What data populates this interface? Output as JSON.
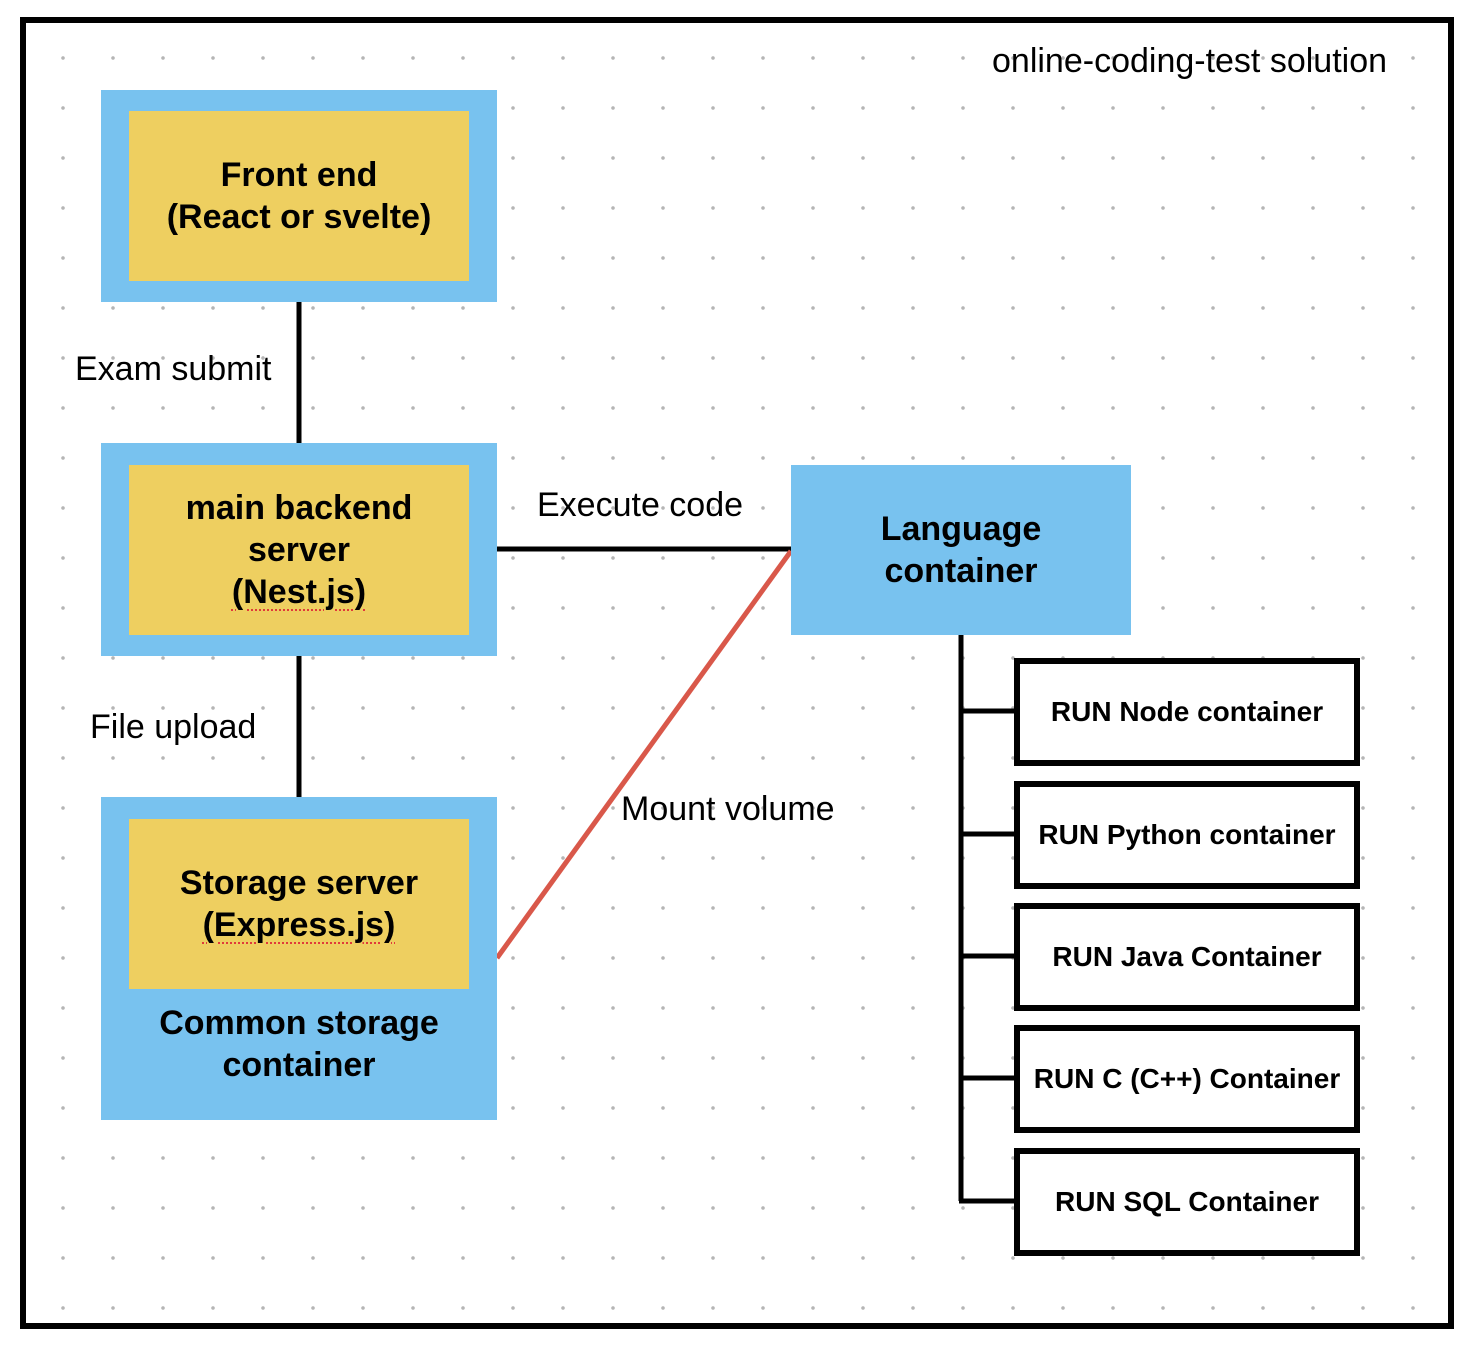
{
  "title": "online-coding-test solution",
  "frontend": {
    "line1": "Front end",
    "line2": "(React or svelte)"
  },
  "backend": {
    "line1": "main backend",
    "line2": "server",
    "line3": "(Nest.js)"
  },
  "storage": {
    "line1": "Storage server",
    "line2": "(Express.js)",
    "caption1": "Common storage",
    "caption2": "container"
  },
  "language": {
    "line1": "Language",
    "line2": "container"
  },
  "edges": {
    "exam_submit": "Exam submit",
    "file_upload": "File upload",
    "execute_code": "Execute code",
    "mount_volume": "Mount volume"
  },
  "run_containers": [
    "RUN Node container",
    "RUN Python container",
    "RUN Java Container",
    "RUN C (C++) Container",
    "RUN SQL Container"
  ],
  "colors": {
    "container_blue": "#78c2ef",
    "service_yellow": "#eecf60",
    "mount_line": "#d9584a",
    "frame": "#000000"
  }
}
